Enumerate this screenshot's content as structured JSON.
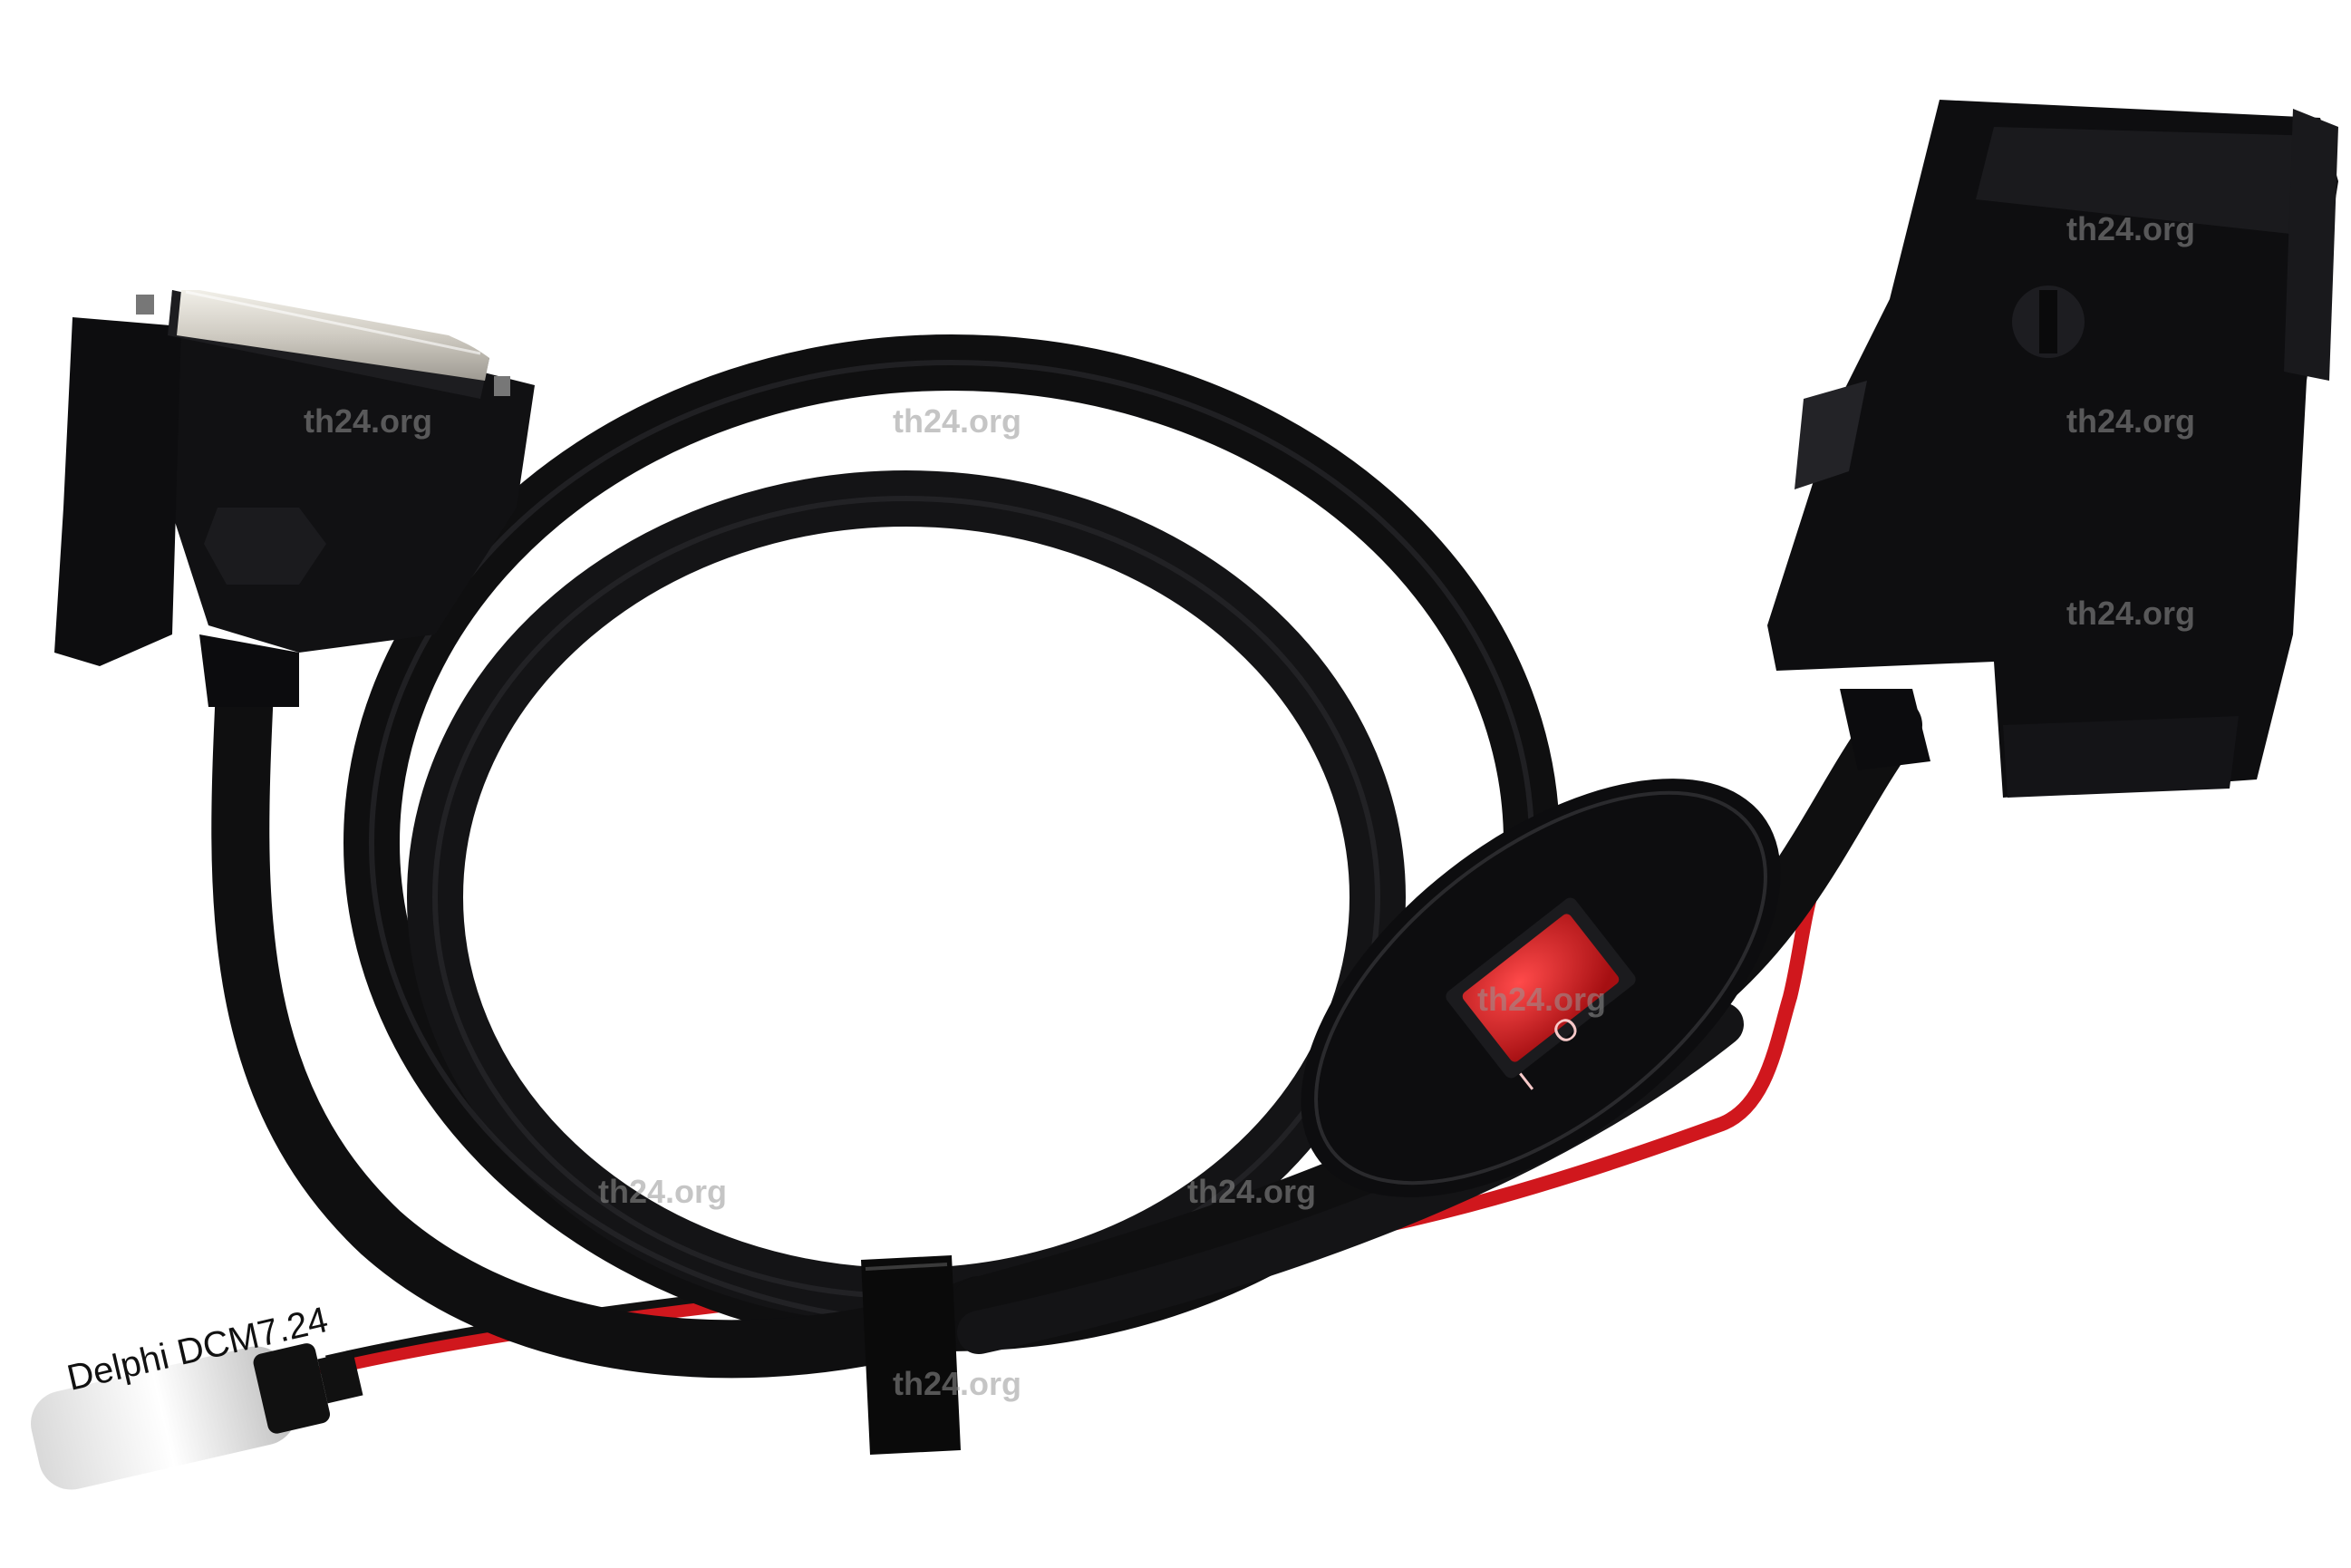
{
  "photo": {
    "subject": "Delphi DCM7.24 ECU cable harness with DB25 connector, power switch and ECU connector",
    "colors": {
      "background": "#ffffff",
      "cable": "#0f0f10",
      "wire_red": "#d0171d",
      "switch_red": "#c8161c"
    }
  },
  "label": {
    "text": "Delphi DCM7.24"
  },
  "switch": {
    "mark_off": "O",
    "mark_on": "I"
  },
  "watermark": {
    "text": "th24.org"
  }
}
